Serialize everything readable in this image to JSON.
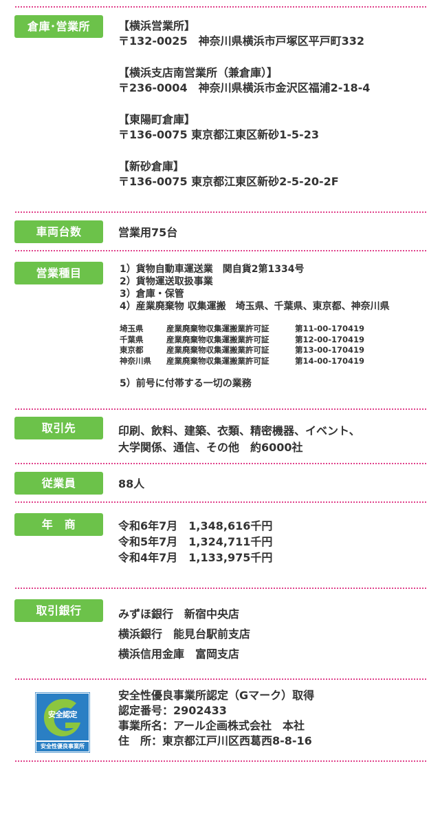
{
  "sections": {
    "warehouse": {
      "label": "倉庫･営業所",
      "offices": [
        {
          "name": "【横浜営業所】",
          "address": "〒132-0025　神奈川県横浜市戸塚区平戸町332"
        },
        {
          "name": "【横浜支店南営業所（兼倉庫）】",
          "address": "〒236-0004　神奈川県横浜市金沢区福浦2-18-4"
        },
        {
          "name": "【東陽町倉庫】",
          "address": "〒136-0075 東京都江東区新砂1-5-23"
        },
        {
          "name": "【新砂倉庫】",
          "address": "〒136-0075 東京都江東区新砂2-5-20-2F"
        }
      ]
    },
    "vehicles": {
      "label": "車両台数",
      "value": "営業用75台"
    },
    "business": {
      "label": "営業種目",
      "items": [
        "1）貨物自動車運送業　関自貨2第1334号",
        "2）貨物運送取扱事業",
        "3）倉庫・保管",
        "4）産業廃棄物 収集運搬　埼玉県、千葉県、東京都、神奈川県"
      ],
      "permits": [
        {
          "pref": "埼玉県",
          "type": "産業廃棄物収集運搬業許可証",
          "number": "第11-00-170419"
        },
        {
          "pref": "千葉県",
          "type": "産業廃棄物収集運搬業許可証",
          "number": "第12-00-170419"
        },
        {
          "pref": "東京都",
          "type": "産業廃棄物収集運搬業許可証",
          "number": "第13-00-170419"
        },
        {
          "pref": "神奈川県",
          "type": "産業廃棄物収集運搬業許可証",
          "number": "第14-00-170419"
        }
      ],
      "last_item": "5）前号に付帯する一切の業務"
    },
    "clients": {
      "label": "取引先",
      "lines": [
        "印刷、飲料、建築、衣類、精密機器、イベント、",
        "大学関係、通信、その他　約6000社"
      ]
    },
    "employees": {
      "label": "従業員",
      "value": "88人"
    },
    "revenue": {
      "label": "年　商",
      "lines": [
        "令和6年7月　1,348,616千円",
        "令和5年7月　1,324,711千円",
        "令和4年7月　1,133,975千円"
      ]
    },
    "banks": {
      "label": "取引銀行",
      "lines": [
        "みずほ銀行　新宿中央店",
        "横浜銀行　能見台駅前支店",
        "横浜信用金庫　富岡支店"
      ]
    },
    "gmark": {
      "logo_text_top": "安全認定",
      "logo_text_bottom": "安全性優良事業所",
      "lines": [
        "安全性優良事業所認定（Gマーク）取得",
        "認定番号：2902433",
        "事業所名：アール企画株式会社　本社",
        "住　所：東京都江戸川区西葛西8-8-16"
      ]
    }
  },
  "colors": {
    "label_green": "#6cc24a",
    "divider_pink": "#e0408a",
    "gmark_blue": "#2a7fc4",
    "gmark_green": "#8cc63f"
  }
}
